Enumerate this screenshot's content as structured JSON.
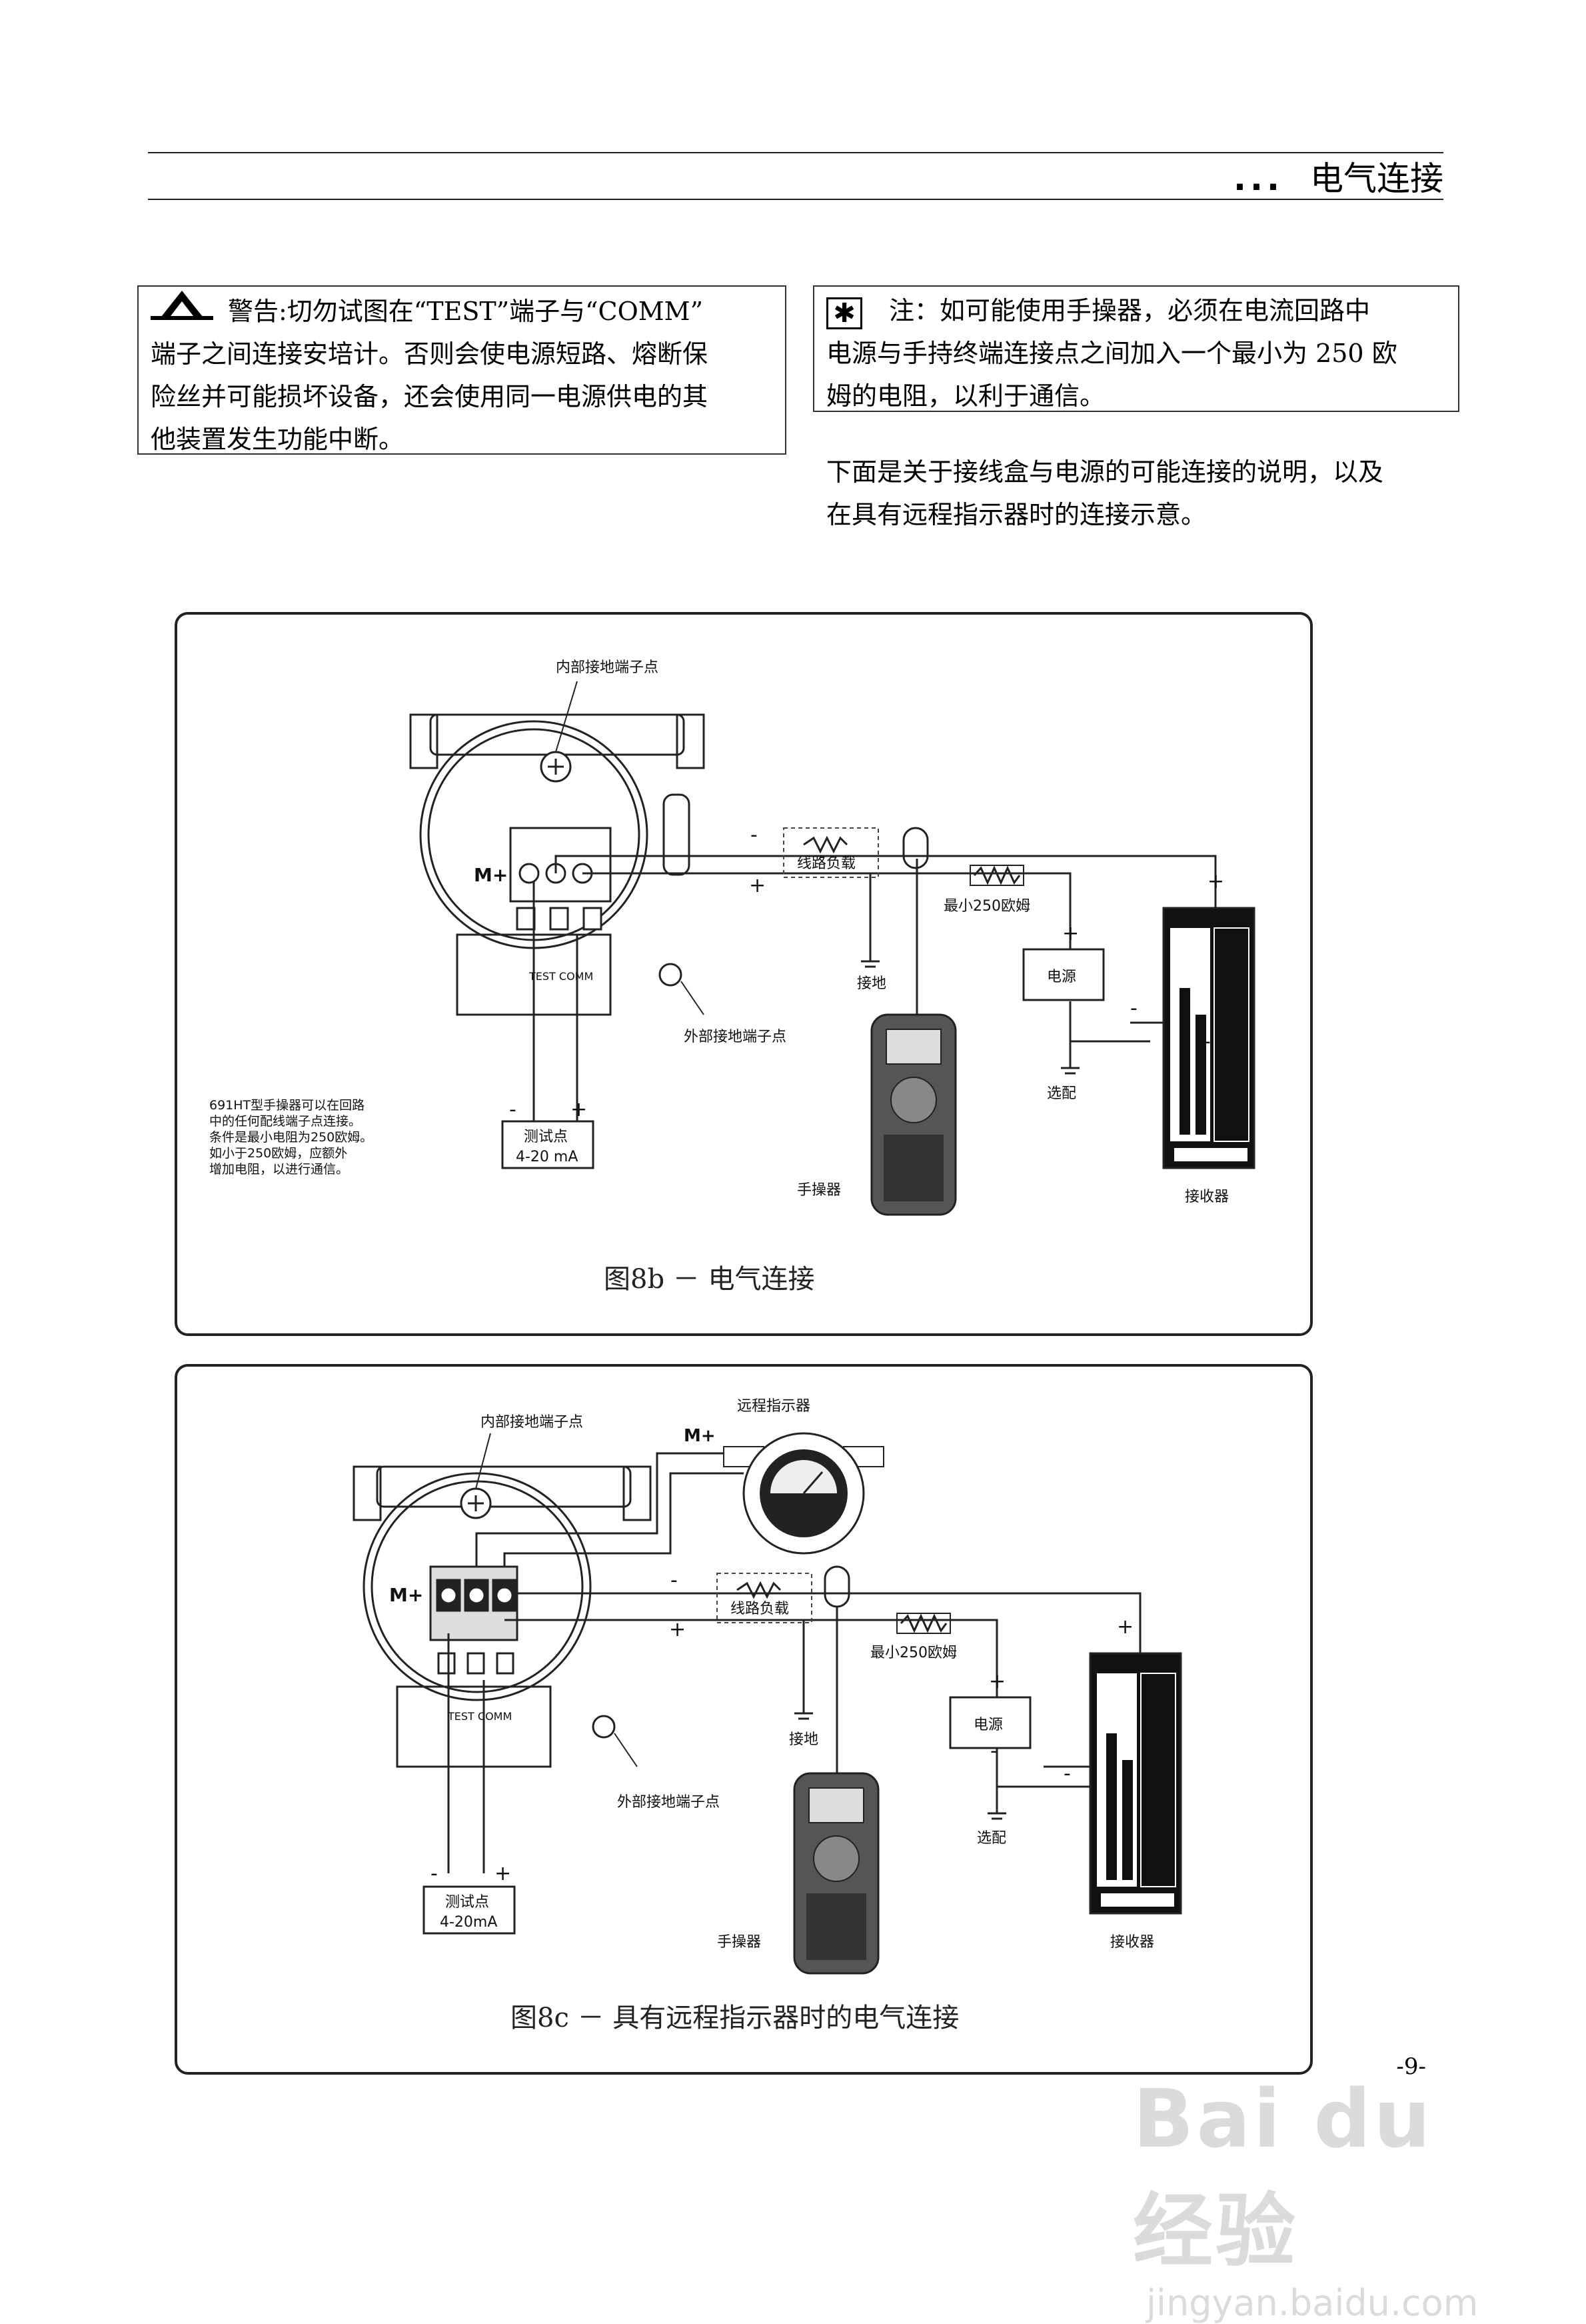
{
  "header": {
    "dots": "...",
    "title": "电气连接"
  },
  "warning": {
    "icon": "warning-triangle-icon",
    "lines": [
      "警告:切勿试图在“TEST”端子与“COMM”",
      "端子之间连接安培计。否则会使电源短路、熔断保",
      "险丝并可能损坏设备，还会使用同一电源供电的其",
      "他装置发生功能中断。"
    ]
  },
  "note": {
    "icon_symbol": "✱",
    "lines": [
      "注：如可能使用手操器，必须在电流回路中",
      "电源与手持终端连接点之间加入一个最小为 250 欧",
      "姆的电阻，以利于通信。"
    ]
  },
  "intro": {
    "lines": [
      "下面是关于接线盒与电源的可能连接的说明，以及",
      "在具有远程指示器时的连接示意。"
    ]
  },
  "fig8b": {
    "caption": "图8b － 电气连接",
    "internal_ground": "内部接地端子点",
    "external_ground": "外部接地端子点",
    "m_plus": "M+",
    "test_label": "TEST COMM",
    "line_load": "线路负载",
    "min_resistor": "最小250欧姆",
    "power": "电源",
    "ground": "接地",
    "optional": "选配",
    "handheld": "手操器",
    "receiver": "接收器",
    "test_point_1": "测试点",
    "test_point_2": "4-20 mA",
    "side_note": [
      "691HT型手操器可以在回路",
      "中的任何配线端子点连接。",
      "条件是最小电阻为250欧姆。",
      "如小于250欧姆，应额外",
      "增加电阻，以进行通信。"
    ],
    "minus": "-",
    "plus": "+"
  },
  "fig8c": {
    "caption": "图8c － 具有远程指示器时的电气连接",
    "internal_ground": "内部接地端子点",
    "remote_indicator": "远程指示器",
    "external_ground": "外部接地端子点",
    "m_plus": "M+",
    "test_label": "TEST COMM",
    "line_load": "线路负载",
    "min_resistor": "最小250欧姆",
    "power": "电源",
    "ground": "接地",
    "optional": "选配",
    "handheld": "手操器",
    "receiver": "接收器",
    "test_point_1": "测试点",
    "test_point_2": "4-20mA",
    "minus": "-",
    "plus": "+"
  },
  "page_number": "-9-",
  "watermark": {
    "main": "Bai du 经验",
    "sub": "jingyan.baidu.com"
  }
}
